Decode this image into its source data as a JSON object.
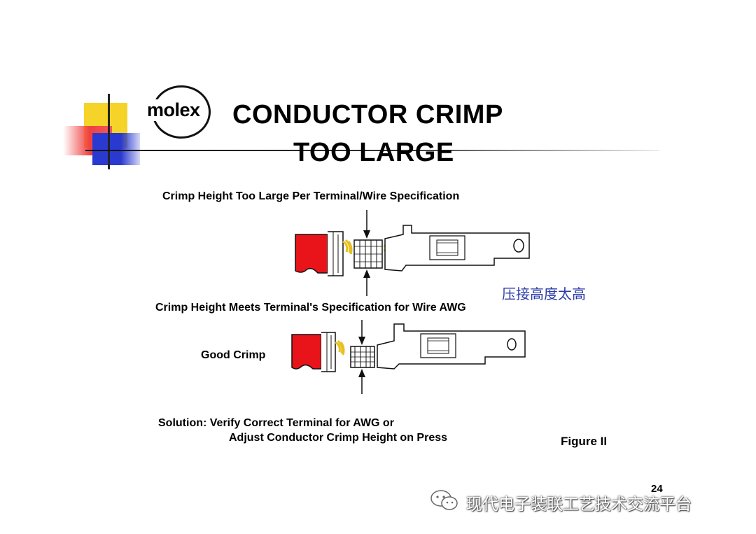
{
  "header": {
    "logo_text": "molex",
    "title_line1": "CONDUCTOR CRIMP",
    "title_line2": "TOO LARGE"
  },
  "figure": {
    "top_caption": "Crimp Height Too Large Per Terminal/Wire Specification",
    "annotation_cn": "压接高度太高",
    "middle_caption": "Crimp Height Meets Terminal's Specification for Wire AWG",
    "good_crimp_label": "Good Crimp",
    "solution_line1": "Solution: Verify Correct Terminal for AWG or",
    "solution_line2": "Adjust Conductor Crimp Height on Press",
    "figure_label": "Figure II"
  },
  "footer": {
    "page_number": "24",
    "watermark": "现代电子装联工艺技术交流平台"
  },
  "colors": {
    "insulation_red": "#e8141a",
    "strand_yellow": "#e8c020",
    "deco_yellow": "#f5d328",
    "deco_red": "#f04040",
    "deco_blue": "#2a3ad0",
    "annotation_blue": "#2a3aa8"
  }
}
